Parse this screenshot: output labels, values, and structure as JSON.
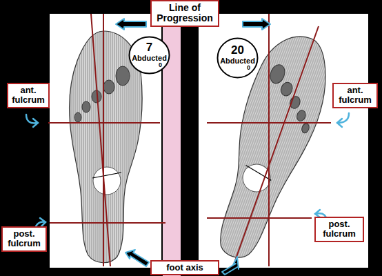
{
  "diagram": {
    "nodes": [
      {
        "text": [
          "Line of Progression"
        ]
      },
      {
        "text": [
          "7",
          "Abducted",
          "0"
        ]
      },
      {
        "text": [
          "20",
          "Abducted",
          "0"
        ]
      },
      {
        "text": [
          "ant. fulcrum"
        ]
      },
      {
        "text": [
          "ant. fulcrum"
        ]
      },
      {
        "text": [
          "post. fulcrum"
        ]
      },
      {
        "text": [
          "post. fulcrum"
        ]
      },
      {
        "text": [
          "foot axis"
        ]
      }
    ]
  }
}
